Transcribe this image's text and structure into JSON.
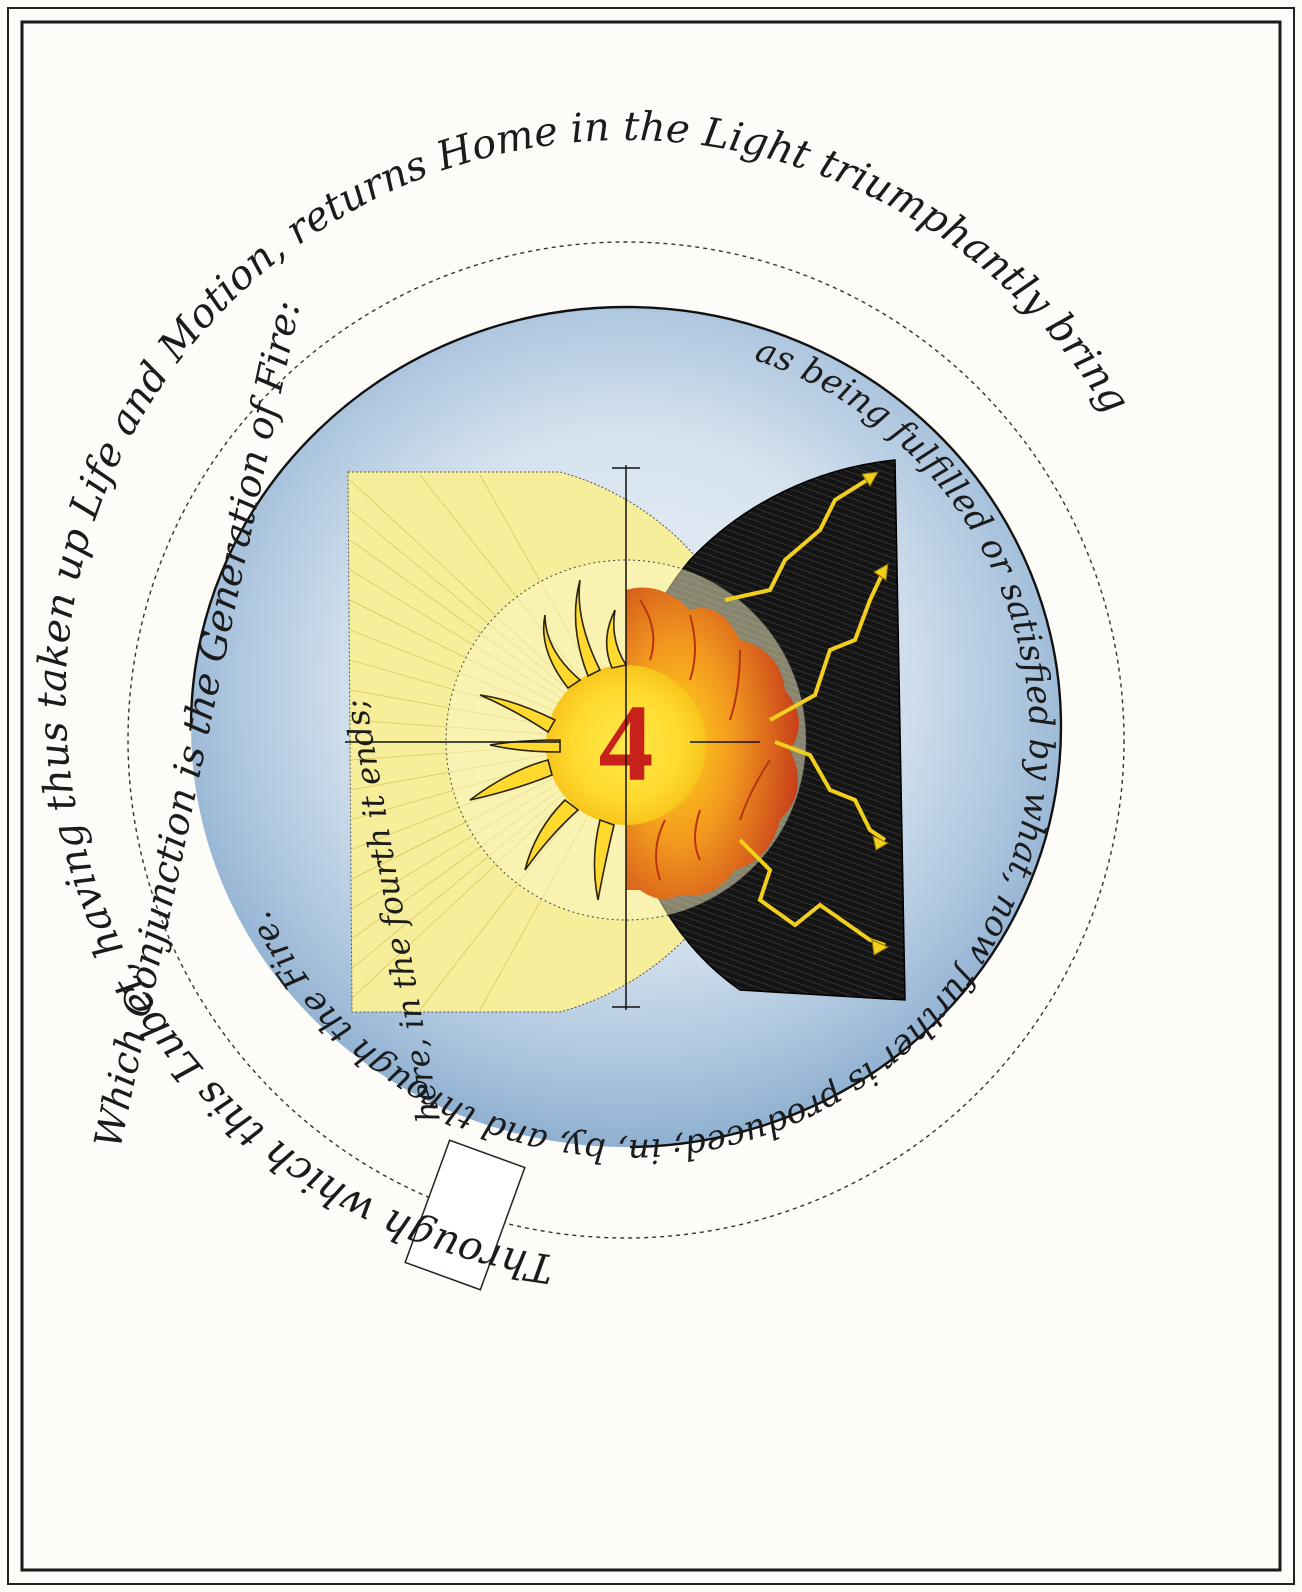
{
  "plate": {
    "outer_ring_text": "Through which this Lubet, having thus taken up Life and Motion, returns Home in the Light triumphantly bring",
    "inner_ring_text": "as being fulfilled or satisfied by what, now further is produced; in, by, and through the Fire.",
    "left_text": "Which Conjunction is the Generation of Fire:",
    "left_inner_text": "here, in the fourth it ends;",
    "center_numeral": "4"
  },
  "colors": {
    "sky_blue": "#a9c3dd",
    "light_yellow": "#f6ee9a",
    "sun_yellow": "#ffd92e",
    "fire_orange": "#e8741c",
    "darkness": "#141414",
    "lightning": "#f2cf1c",
    "numeral_red": "#c8201a"
  },
  "icons": [
    "sun-icon",
    "fire-icon",
    "lightning-icon"
  ]
}
